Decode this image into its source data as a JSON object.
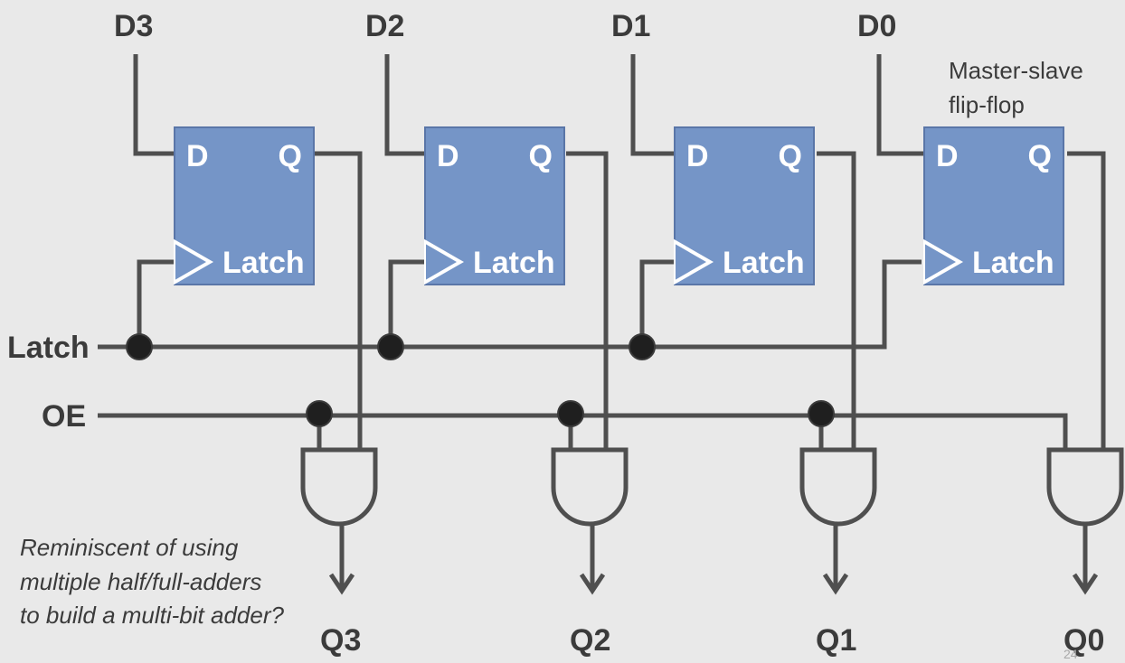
{
  "inputs": {
    "d3": "D3",
    "d2": "D2",
    "d1": "D1",
    "d0": "D0"
  },
  "flipflops": [
    {
      "d": "D",
      "q": "Q",
      "clock": "Latch"
    },
    {
      "d": "D",
      "q": "Q",
      "clock": "Latch"
    },
    {
      "d": "D",
      "q": "Q",
      "clock": "Latch"
    },
    {
      "d": "D",
      "q": "Q",
      "clock": "Latch"
    }
  ],
  "signals": {
    "latch": "Latch",
    "oe": "OE"
  },
  "outputs": {
    "q3": "Q3",
    "q2": "Q2",
    "q1": "Q1",
    "q0": "Q0"
  },
  "notes": {
    "flipflop_line1": "Master-slave",
    "flipflop_line2": "flip-flop",
    "reminiscent_line1": "Reminiscent of using",
    "reminiscent_line2": "multiple half/full-adders",
    "reminiscent_line3": "to build a multi-bit adder?"
  },
  "page_number": "24",
  "colors": {
    "wire": "#4f4f4f",
    "box_fill": "#7595c7",
    "box_border": "#5a76a8",
    "background": "#e9e9e9"
  }
}
